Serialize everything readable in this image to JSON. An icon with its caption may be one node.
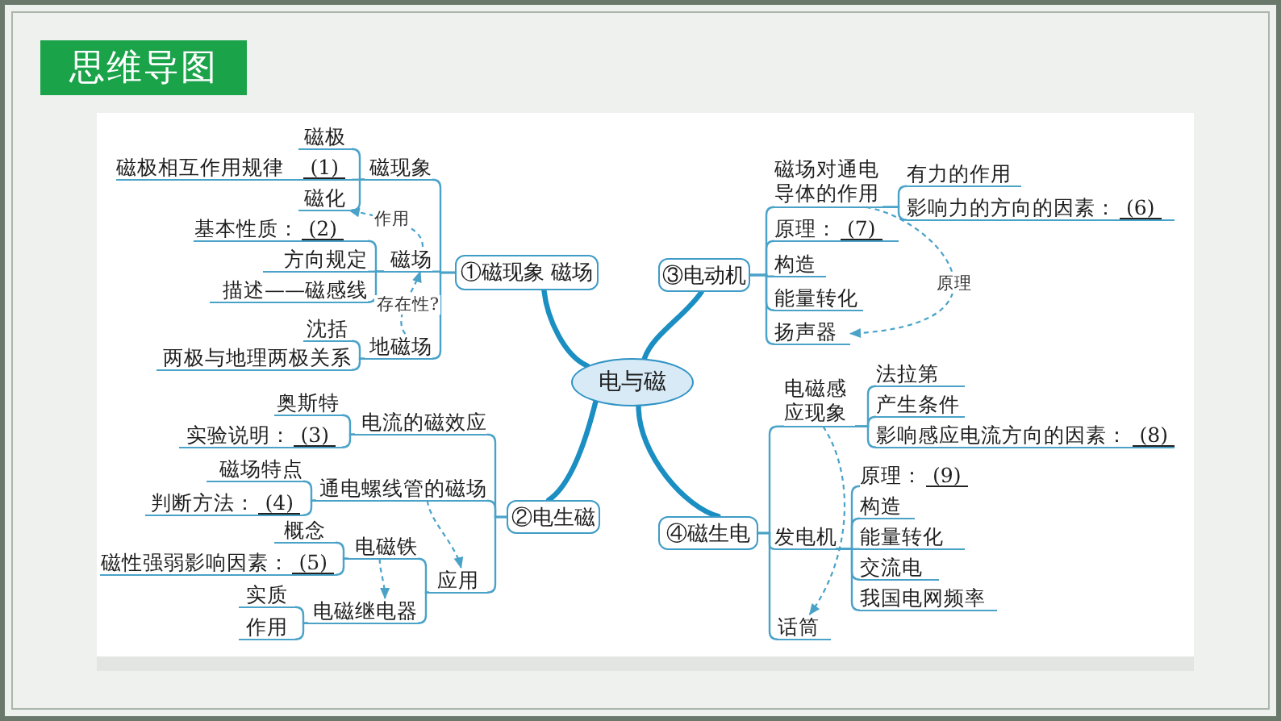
{
  "diagram": {
    "title": "思维导图",
    "nodes": [
      {
        "text": [
          "电与磁"
        ]
      },
      {
        "text": [
          "①磁现象 磁场"
        ]
      },
      {
        "text": [
          "磁现象"
        ]
      },
      {
        "text": [
          "磁极"
        ]
      },
      {
        "text": [
          "磁极相互作用规律",
          "(1)"
        ]
      },
      {
        "text": [
          "磁化"
        ]
      },
      {
        "text": [
          "磁场"
        ]
      },
      {
        "text": [
          "基本性质：",
          "(2)"
        ]
      },
      {
        "text": [
          "方向规定"
        ]
      },
      {
        "text": [
          "描述——磁感线"
        ]
      },
      {
        "text": [
          "地磁场"
        ]
      },
      {
        "text": [
          "沈括"
        ]
      },
      {
        "text": [
          "两极与地理两极关系"
        ]
      },
      {
        "text": [
          "②电生磁"
        ]
      },
      {
        "text": [
          "电流的磁效应"
        ]
      },
      {
        "text": [
          "奥斯特"
        ]
      },
      {
        "text": [
          "实验说明：",
          "(3)"
        ]
      },
      {
        "text": [
          "通电螺线管的磁场"
        ]
      },
      {
        "text": [
          "磁场特点"
        ]
      },
      {
        "text": [
          "判断方法：",
          "(4)"
        ]
      },
      {
        "text": [
          "应用"
        ]
      },
      {
        "text": [
          "电磁铁"
        ]
      },
      {
        "text": [
          "概念"
        ]
      },
      {
        "text": [
          "磁性强弱影响因素：",
          "(5)"
        ]
      },
      {
        "text": [
          "电磁继电器"
        ]
      },
      {
        "text": [
          "实质"
        ]
      },
      {
        "text": [
          "作用"
        ]
      },
      {
        "text": [
          "③电动机"
        ]
      },
      {
        "text": [
          "磁场对通电导体的作用"
        ]
      },
      {
        "text": [
          "有力的作用"
        ]
      },
      {
        "text": [
          "影响力的方向的因素：",
          "(6)"
        ]
      },
      {
        "text": [
          "原理：",
          "(7)"
        ]
      },
      {
        "text": [
          "构造"
        ]
      },
      {
        "text": [
          "能量转化"
        ]
      },
      {
        "text": [
          "扬声器"
        ]
      },
      {
        "text": [
          "④磁生电"
        ]
      },
      {
        "text": [
          "电磁感应现象"
        ]
      },
      {
        "text": [
          "法拉第"
        ]
      },
      {
        "text": [
          "产生条件"
        ]
      },
      {
        "text": [
          "影响感应电流方向的因素：",
          "(8)"
        ]
      },
      {
        "text": [
          "发电机"
        ]
      },
      {
        "text": [
          "原理：",
          "(9)"
        ]
      },
      {
        "text": [
          "构造"
        ]
      },
      {
        "text": [
          "能量转化"
        ]
      },
      {
        "text": [
          "交流电"
        ]
      },
      {
        "text": [
          "我国电网频率"
        ]
      },
      {
        "text": [
          "话筒"
        ]
      }
    ],
    "edges": [
      {
        "from": 0,
        "to": 1,
        "arrow": "none",
        "style": "thick",
        "color": "#1b8ec2"
      },
      {
        "from": 0,
        "to": 27,
        "arrow": "none",
        "style": "thick",
        "color": "#1b8ec2"
      },
      {
        "from": 0,
        "to": 13,
        "arrow": "none",
        "style": "thick",
        "color": "#1b8ec2"
      },
      {
        "from": 0,
        "to": 35,
        "arrow": "none",
        "style": "thick",
        "color": "#1b8ec2"
      },
      {
        "from": 1,
        "to": 2,
        "arrow": "none"
      },
      {
        "from": 1,
        "to": 6,
        "arrow": "none"
      },
      {
        "from": 1,
        "to": 10,
        "arrow": "none"
      },
      {
        "from": 2,
        "to": 3,
        "arrow": "none"
      },
      {
        "from": 2,
        "to": 4,
        "arrow": "none"
      },
      {
        "from": 2,
        "to": 5,
        "arrow": "none"
      },
      {
        "from": 6,
        "to": 7,
        "arrow": "none"
      },
      {
        "from": 6,
        "to": 8,
        "arrow": "none"
      },
      {
        "from": 6,
        "to": 9,
        "arrow": "none"
      },
      {
        "from": 10,
        "to": 11,
        "arrow": "none"
      },
      {
        "from": 10,
        "to": 12,
        "arrow": "none"
      },
      {
        "from": 6,
        "to": 5,
        "arrow": "to",
        "label": "作用",
        "style": "dashed"
      },
      {
        "from": 10,
        "to": 6,
        "arrow": "to",
        "label": "存在性?",
        "style": "dashed"
      },
      {
        "from": 13,
        "to": 14,
        "arrow": "none"
      },
      {
        "from": 13,
        "to": 17,
        "arrow": "none"
      },
      {
        "from": 13,
        "to": 20,
        "arrow": "none"
      },
      {
        "from": 14,
        "to": 15,
        "arrow": "none"
      },
      {
        "from": 14,
        "to": 16,
        "arrow": "none"
      },
      {
        "from": 17,
        "to": 18,
        "arrow": "none"
      },
      {
        "from": 17,
        "to": 19,
        "arrow": "none"
      },
      {
        "from": 20,
        "to": 21,
        "arrow": "none"
      },
      {
        "from": 20,
        "to": 24,
        "arrow": "none"
      },
      {
        "from": 21,
        "to": 22,
        "arrow": "none"
      },
      {
        "from": 21,
        "to": 23,
        "arrow": "none"
      },
      {
        "from": 24,
        "to": 25,
        "arrow": "none"
      },
      {
        "from": 24,
        "to": 26,
        "arrow": "none"
      },
      {
        "from": 17,
        "to": 20,
        "arrow": "to",
        "style": "dashed"
      },
      {
        "from": 21,
        "to": 24,
        "arrow": "to",
        "style": "dashed"
      },
      {
        "from": 27,
        "to": 28,
        "arrow": "none"
      },
      {
        "from": 27,
        "to": 31,
        "arrow": "none"
      },
      {
        "from": 27,
        "to": 32,
        "arrow": "none"
      },
      {
        "from": 27,
        "to": 33,
        "arrow": "none"
      },
      {
        "from": 27,
        "to": 34,
        "arrow": "none"
      },
      {
        "from": 28,
        "to": 29,
        "arrow": "none"
      },
      {
        "from": 28,
        "to": 30,
        "arrow": "none"
      },
      {
        "from": 28,
        "to": 34,
        "arrow": "to",
        "label": "原理",
        "style": "dashed"
      },
      {
        "from": 35,
        "to": 36,
        "arrow": "none"
      },
      {
        "from": 35,
        "to": 40,
        "arrow": "none"
      },
      {
        "from": 35,
        "to": 46,
        "arrow": "none"
      },
      {
        "from": 36,
        "to": 37,
        "arrow": "none"
      },
      {
        "from": 36,
        "to": 38,
        "arrow": "none"
      },
      {
        "from": 36,
        "to": 39,
        "arrow": "none"
      },
      {
        "from": 40,
        "to": 41,
        "arrow": "none"
      },
      {
        "from": 40,
        "to": 42,
        "arrow": "none"
      },
      {
        "from": 40,
        "to": 43,
        "arrow": "none"
      },
      {
        "from": 40,
        "to": 44,
        "arrow": "none"
      },
      {
        "from": 40,
        "to": 45,
        "arrow": "none"
      },
      {
        "from": 36,
        "to": 46,
        "arrow": "to",
        "style": "dashed"
      }
    ]
  }
}
